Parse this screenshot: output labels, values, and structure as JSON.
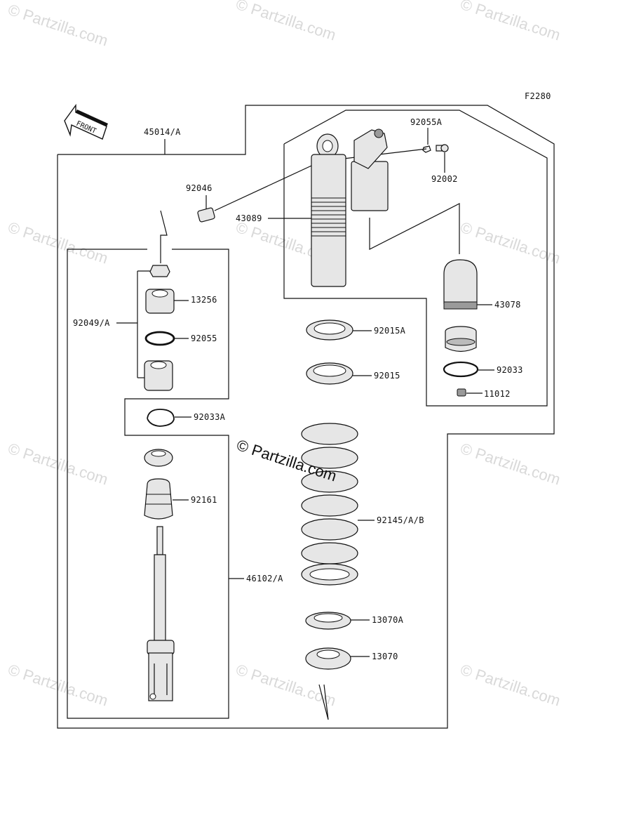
{
  "diagram": {
    "figure_code": "F2280",
    "front_label": "FRONT",
    "watermark": "© Partzilla.com",
    "center_watermark": "© Partzilla.com",
    "colors": {
      "line": "#111111",
      "part_fill": "#e6e6e6",
      "watermark": "#d9d9d9"
    },
    "labels": {
      "l45014A": "45014/A",
      "l92055A": "92055A",
      "l92002": "92002",
      "l92046": "92046",
      "l43089": "43089",
      "l43078": "43078",
      "l13256": "13256",
      "l92049A": "92049/A",
      "l92055": "92055",
      "l92015A": "92015A",
      "l92015": "92015",
      "l92033": "92033",
      "l11012": "11012",
      "l92033A": "92033A",
      "l92161": "92161",
      "l92145AB": "92145/A/B",
      "l46102A": "46102/A",
      "l13070A": "13070A",
      "l13070": "13070"
    }
  }
}
